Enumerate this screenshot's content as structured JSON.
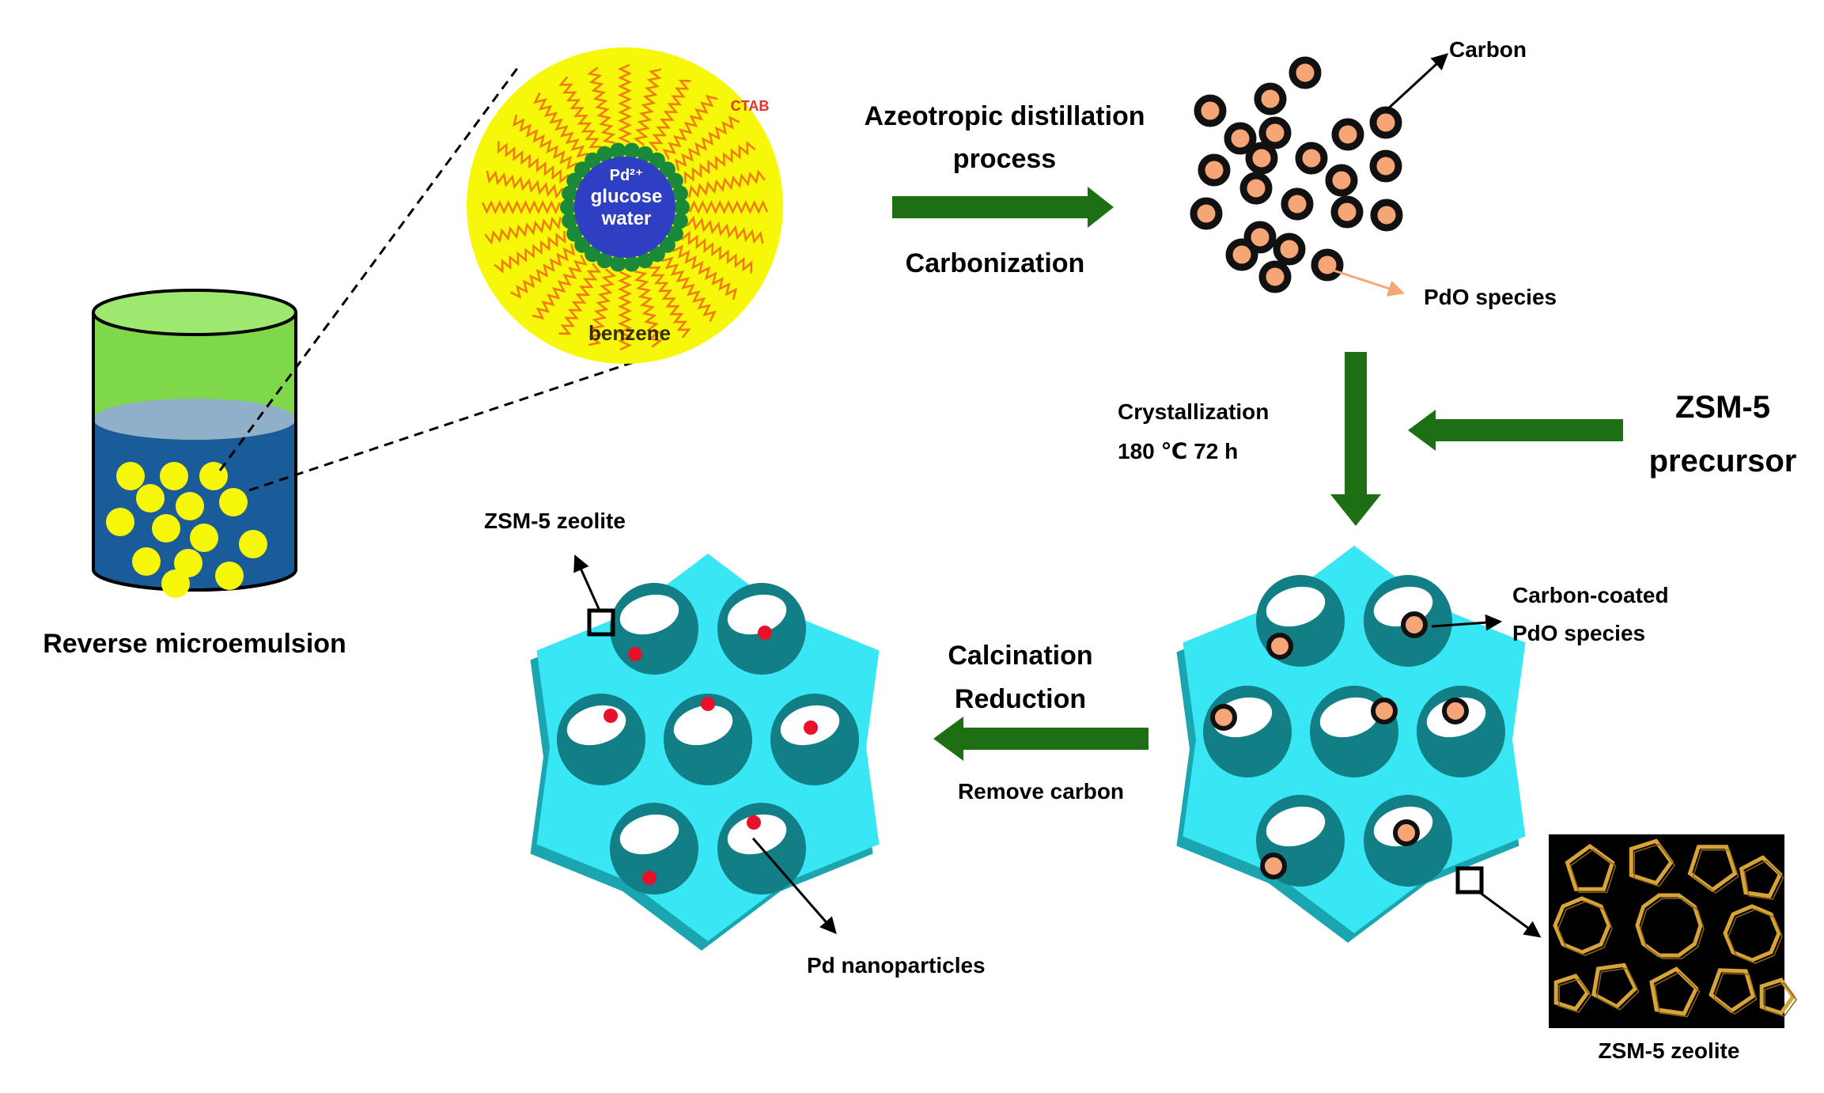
{
  "colors": {
    "arrow_green": "#1e6e14",
    "zeolite_cyan": "#38e6f4",
    "zeolite_shadow": "#1aa5b0",
    "pore_dark": "#127e86",
    "micelle_yellow": "#f7f70a",
    "core_blue": "#2e3fc4",
    "shell_green": "#1a8a3a",
    "tail_orange": "#f07a14",
    "particle_orange": "#f6a676",
    "pd_red": "#e8102a",
    "liquid_blue": "#1a5c9a",
    "oil_green": "#7ed84a",
    "crystal_gold": "#d9a437"
  },
  "labels": {
    "reverse_microemulsion": "Reverse microemulsion",
    "benzene": "benzene",
    "ctab": "CTAB",
    "core_line1": "Pd²⁺",
    "core_line2": "glucose",
    "core_line3": "water",
    "azeotropic_line1": "Azeotropic distillation",
    "azeotropic_line2": "process",
    "carbonization": "Carbonization",
    "carbon": "Carbon",
    "pdo_species": "PdO species",
    "crystallization_line1": "Crystallization",
    "crystallization_line2": "180 ℃ 72 h",
    "zsm5_precursor_line1": "ZSM-5",
    "zsm5_precursor_line2": "precursor",
    "carbon_coated_line1": "Carbon-coated",
    "carbon_coated_line2": "PdO species",
    "zsm5_zeolite_top": "ZSM-5 zeolite",
    "calcination": "Calcination",
    "reduction": "Reduction",
    "remove_carbon": "Remove carbon",
    "pd_nanoparticles": "Pd nanoparticles",
    "zsm5_zeolite_bottom": "ZSM-5 zeolite"
  },
  "icons": {
    "beaker": "beaker-icon",
    "micelle": "reverse-micelle-icon",
    "carbon_particles": "carbon-particle-icon",
    "zeolite": "zeolite-honeycomb-icon",
    "crystal": "zeolite-framework-icon"
  }
}
